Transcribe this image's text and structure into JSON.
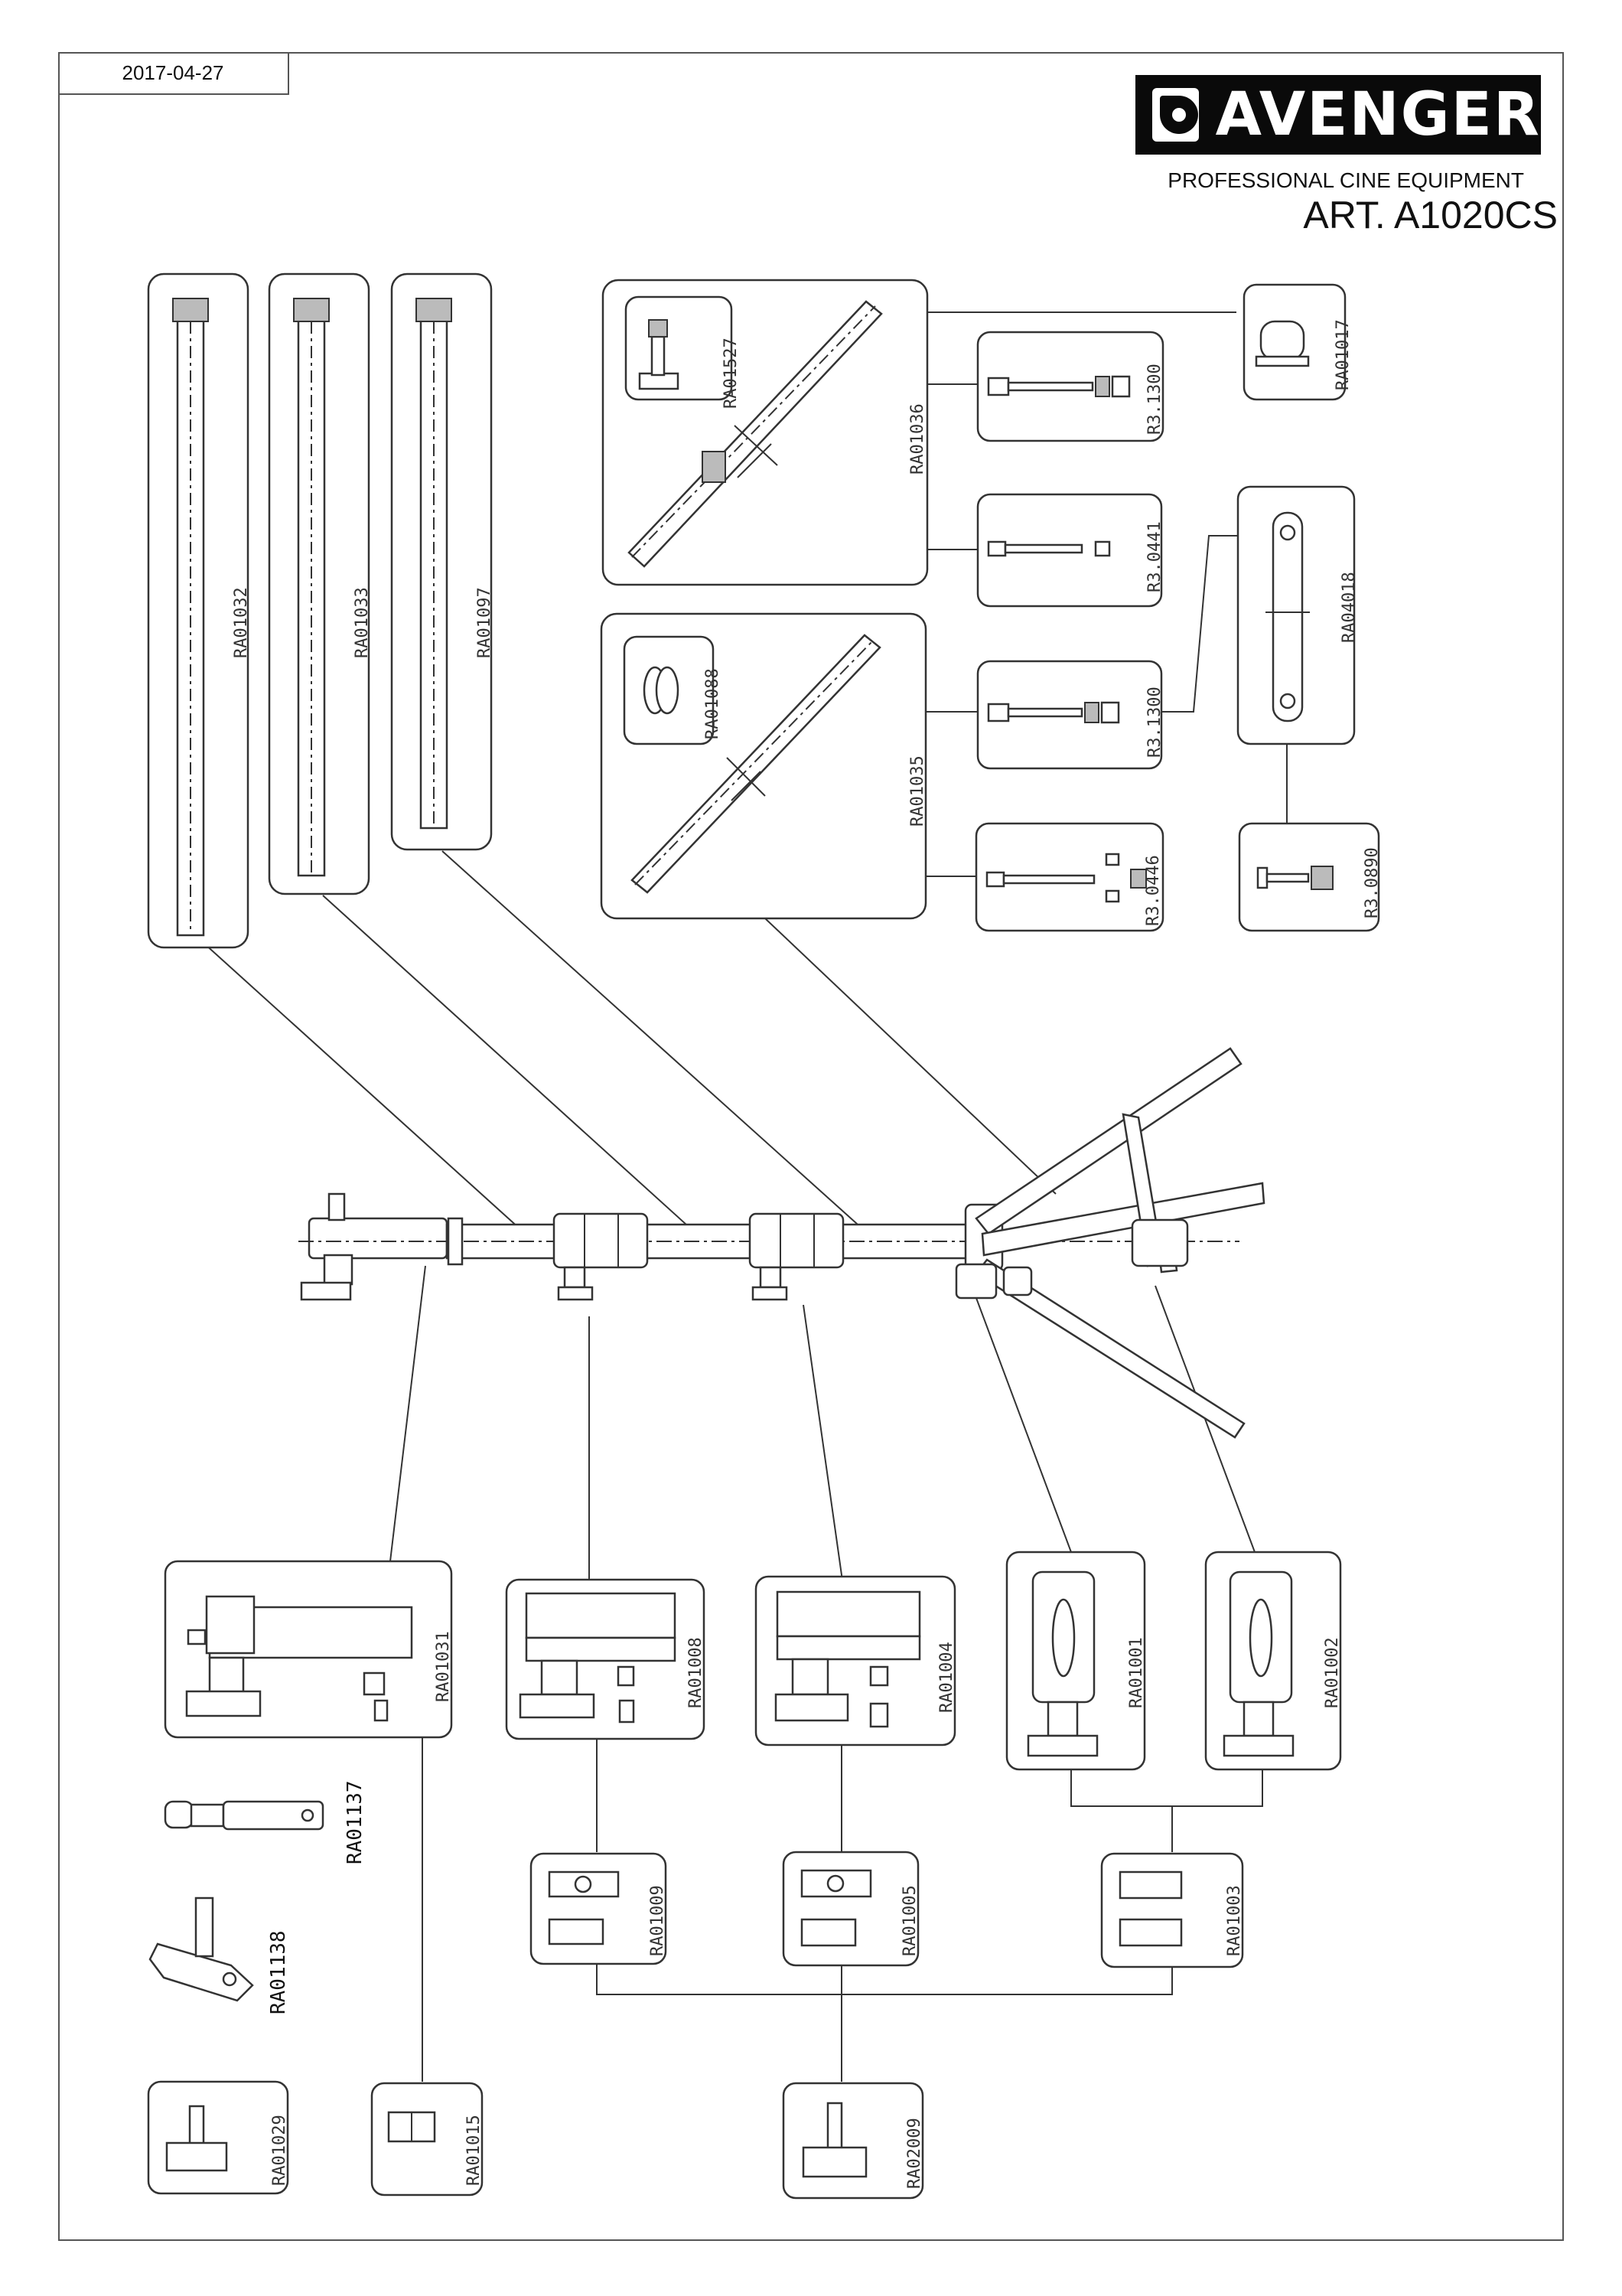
{
  "header": {
    "date": "2017-04-27",
    "brand": "AVENGER",
    "tagline": "PROFESSIONAL CINE EQUIPMENT",
    "article": "ART. A1020CS"
  },
  "parts": [
    "RA01032",
    "RA01033",
    "RA01097",
    "RA01527",
    "RA01036",
    "RA01017",
    "R3.1300",
    "R3.0441",
    "RA01088",
    "RA01035",
    "R3.1300",
    "R3.0446",
    "RA04018",
    "R3.0890",
    "RA01031",
    "RA01008",
    "RA01004",
    "RA01001",
    "RA01002",
    "RA01137",
    "RA01138",
    "RA01009",
    "RA01005",
    "RA01003",
    "RA01029",
    "RA01015",
    "RA02009"
  ],
  "colors": {
    "ink": "#333333",
    "logo_bg": "#0a0a0a",
    "logo_fg": "#ffffff"
  }
}
